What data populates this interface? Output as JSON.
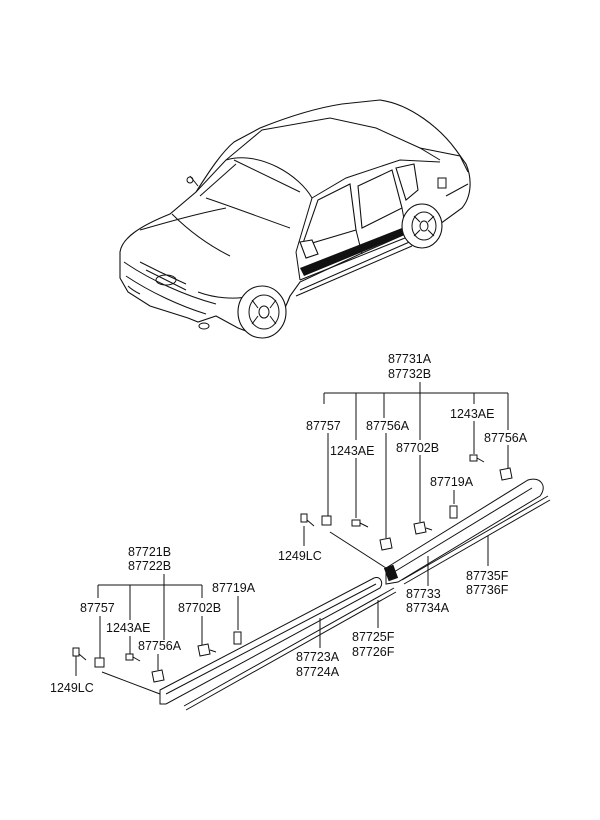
{
  "labels": {
    "front_group_1": "87731A",
    "front_group_2": "87732B",
    "f_87757": "87757",
    "f_1243AE_a": "1243AE",
    "f_87756A_a": "87756A",
    "f_87702B": "87702B",
    "f_1243AE_b": "1243AE",
    "f_87756A_b": "87756A",
    "f_87719A": "87719A",
    "f_1249LC": "1249LC",
    "f_87733": "87733",
    "f_87734A": "87734A",
    "f_87735F": "87735F",
    "f_87736F": "87736F",
    "rear_group_1": "87721B",
    "rear_group_2": "87722B",
    "r_87757": "87757",
    "r_1243AE": "1243AE",
    "r_87702B": "87702B",
    "r_87719A": "87719A",
    "r_87756A": "87756A",
    "r_1249LC": "1249LC",
    "r_87723A": "87723A",
    "r_87724A": "87724A",
    "r_87725F": "87725F",
    "r_87726F": "87726F"
  }
}
